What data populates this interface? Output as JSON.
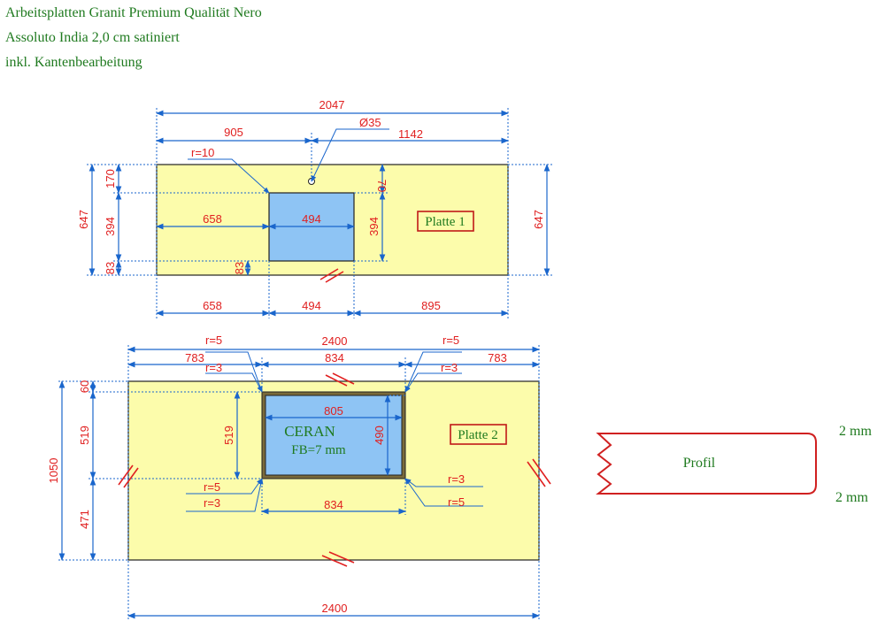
{
  "header": {
    "line1": "Arbeitsplatten Granit Premium Qualität Nero",
    "line2": "Assoluto India 2,0 cm satiniert",
    "line3": "inkl. Kantenbearbeitung"
  },
  "colors": {
    "slab": "#fcfcab",
    "cutout": "#8ec4f4",
    "dimension_line": "#1a66cc",
    "dimension_text": "#e02020",
    "label_text": "#1f7a1f",
    "edge_mark": "#e02020"
  },
  "plate1": {
    "label": "Platte 1",
    "width_total": "2047",
    "left_to_hole": "905",
    "hole_to_right": "1142",
    "hole_diameter": "Ø35",
    "corner_radius": "r=10",
    "height_total_left": "647",
    "height_total_right": "647",
    "top_offset": "170",
    "cutout_height": "394",
    "bottom_offset": "83",
    "cutout_left": "658",
    "cutout_width": "494",
    "right_top_offset": "70",
    "right_cutout_height": "394",
    "right_bottom_offset": "83",
    "bottom_left": "658",
    "bottom_cutout": "494",
    "bottom_right": "895"
  },
  "plate2": {
    "label": "Platte 2",
    "width_total_top": "2400",
    "width_total_bottom": "2400",
    "left_offset": "783",
    "cutout_top_width": "834",
    "right_offset": "783",
    "cutout_inner_width": "805",
    "cutout_bottom_width": "834",
    "radius_top_left_outer": "r=5",
    "radius_top_left_inner": "r=3",
    "radius_top_right_outer": "r=5",
    "radius_top_right_inner": "r=3",
    "radius_bottom_left_outer": "r=5",
    "radius_bottom_left_inner": "r=3",
    "radius_bottom_right_inner": "r=3",
    "radius_bottom_right_outer": "r=5",
    "height_total": "1050",
    "top_offset": "60",
    "cutout_height": "519",
    "bottom_offset": "471",
    "inner_cutout_height": "519",
    "inner_cutout_height_right": "490",
    "cooktop_label": "CERAN",
    "cooktop_depth": "FB=7 mm"
  },
  "profile": {
    "label": "Profil",
    "top_dim": "2 mm",
    "bottom_dim": "2 mm"
  }
}
